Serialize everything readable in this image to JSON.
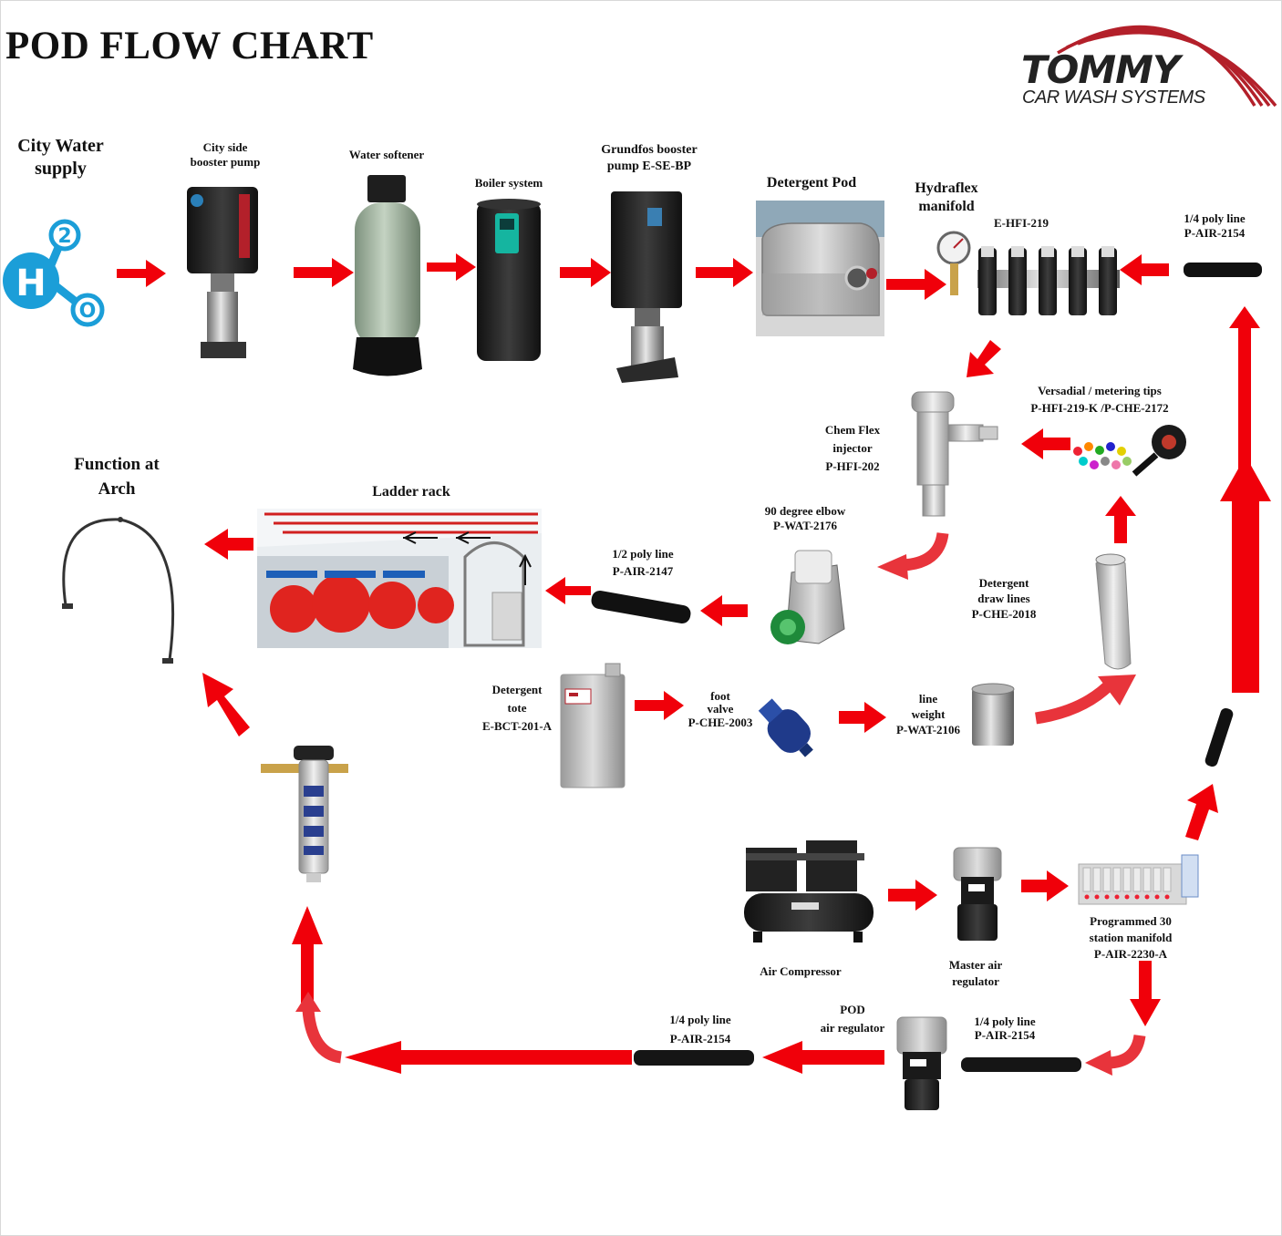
{
  "title": "POD FLOW CHART",
  "logo": {
    "name": "TOMMY",
    "subtitle": "CAR WASH SYSTEMS",
    "accent": "#b3202a"
  },
  "colors": {
    "arrow": "#f0000a",
    "curve_arrow": "#e8343b"
  },
  "nodes": {
    "city_water": {
      "label": "City Water\nsupply",
      "icon": "h2o-molecule-icon"
    },
    "city_booster": {
      "label": "City side\nbooster pump",
      "icon": "vertical-pump-icon"
    },
    "water_softener": {
      "label": "Water softener",
      "icon": "softener-tank-icon"
    },
    "boiler": {
      "label": "Boiler system",
      "icon": "boiler-icon"
    },
    "grundfos": {
      "label": "Grundfos booster\npump E-SE-BP",
      "icon": "vertical-pump-icon"
    },
    "detergent_pod": {
      "label": "Detergent Pod",
      "icon": "pod-cabinet-icon"
    },
    "hydraflex": {
      "label": "Hydraflex\nmanifold",
      "part": "E-HFI-219",
      "icon": "manifold-icon"
    },
    "poly_top": {
      "label": "1/4 poly line\nP-AIR-2154",
      "icon": "hose-icon"
    },
    "versadial": {
      "label": "Versadial / metering tips\nP-HFI-219-K /P-CHE-2172",
      "icon": "metering-tips-icon"
    },
    "chemflex": {
      "label": "Chem Flex\ninjector\nP-HFI-202",
      "icon": "injector-icon"
    },
    "elbow": {
      "label": "90 degree elbow\nP-WAT-2176",
      "icon": "elbow-fitting-icon"
    },
    "draw_lines": {
      "label": "Detergent\ndraw lines\nP-CHE-2018",
      "icon": "clear-tube-icon"
    },
    "half_poly": {
      "label": "1/2 poly line\nP-AIR-2147",
      "icon": "hose-icon"
    },
    "ladder_rack": {
      "label": "Ladder rack",
      "icon": "wash-tunnel-photo-icon"
    },
    "arch": {
      "label": "Function at\nArch",
      "icon": "arch-frame-icon"
    },
    "tote": {
      "label": "Detergent\ntote\nE-BCT-201-A",
      "icon": "tote-icon"
    },
    "foot_valve": {
      "label": "foot\nvalve\nP-CHE-2003",
      "icon": "foot-valve-icon"
    },
    "line_weight": {
      "label": "line\nweight\nP-WAT-2106",
      "icon": "line-weight-icon"
    },
    "compressor": {
      "label": "Air Compressor",
      "icon": "air-compressor-icon"
    },
    "master_reg": {
      "label": "Master air\nregulator",
      "icon": "air-regulator-icon"
    },
    "manifold30": {
      "label": "Programmed 30\nstation manifold\nP-AIR-2230-A",
      "icon": "valve-manifold-icon"
    },
    "poly_right": {
      "label": "1/4 poly line\nP-AIR-2154",
      "icon": "hose-icon"
    },
    "pod_reg": {
      "label": "POD\nair regulator",
      "icon": "air-regulator-icon"
    },
    "poly_bottom": {
      "label": "1/4 poly line\nP-AIR-2154",
      "icon": "hose-icon"
    },
    "cylinder": {
      "icon": "air-cylinder-icon"
    }
  }
}
